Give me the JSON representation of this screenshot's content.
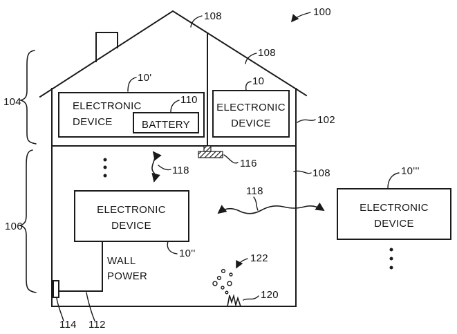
{
  "colors": {
    "ink": "#1a1a1a",
    "paper": "#ffffff"
  },
  "figure": {
    "system": {
      "ref": "100"
    },
    "house": {
      "roof_ref_top": "108",
      "roof_ref_right": "108",
      "wall_ref_right": "108",
      "house_ref": "102",
      "attic_brace_ref": "104",
      "main_floor_brace_ref": "106"
    },
    "devices": {
      "attic_left": {
        "name_line1": "ELECTRONIC",
        "name_line2": "DEVICE",
        "ref": "10'"
      },
      "attic_right": {
        "name_line1": "ELECTRONIC",
        "name_line2": "DEVICE",
        "ref": "10"
      },
      "main_floor": {
        "name_line1": "ELECTRONIC",
        "name_line2": "DEVICE",
        "ref": "10''"
      },
      "outdoor": {
        "name_line1": "ELECTRONIC",
        "name_line2": "DEVICE",
        "ref": "10'''"
      }
    },
    "battery": {
      "label": "BATTERY",
      "ref": "110"
    },
    "antenna": {
      "ref": "116"
    },
    "wireless": {
      "vertical_ref": "118",
      "horizontal_ref": "118"
    },
    "power": {
      "label_line1": "WALL",
      "label_line2": "POWER",
      "outlet_ref": "114",
      "cord_ref": "112"
    },
    "wall_crack": {
      "ref": "120"
    },
    "bubbles": {
      "ref": "122"
    }
  }
}
